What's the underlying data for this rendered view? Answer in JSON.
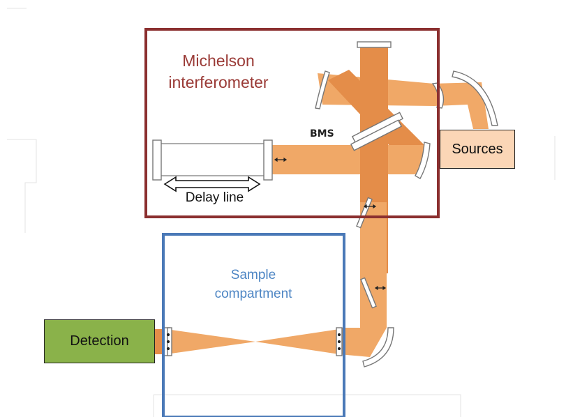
{
  "labels": {
    "michelson_line1": "Michelson",
    "michelson_line2": "interferometer",
    "bms": "BMS",
    "sources": "Sources",
    "delay_line": "Delay line",
    "sample_line1": "Sample",
    "sample_line2": "compartment",
    "detection": "Detection"
  },
  "colors": {
    "michelson_frame": "#8b2f2f",
    "sample_frame": "#4a79b7",
    "beam": "#ee9a4d",
    "beam_dark": "#e07a2a",
    "sources_fill": "#fbd6b6",
    "detection_fill": "#8ab24a"
  }
}
